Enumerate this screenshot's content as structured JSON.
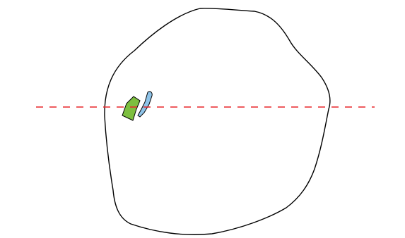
{
  "diagram": {
    "shapes": [
      {
        "kind": "outline-blob",
        "stroke": "#000000",
        "fill": "#ffffff"
      },
      {
        "kind": "green-fragment",
        "stroke": "#000000",
        "fill": "#7dbf3f"
      },
      {
        "kind": "blue-fragment",
        "stroke": "#000000",
        "fill": "#8ec3e8"
      },
      {
        "kind": "dashed-horizontal-line",
        "stroke": "#e8262a"
      }
    ]
  }
}
